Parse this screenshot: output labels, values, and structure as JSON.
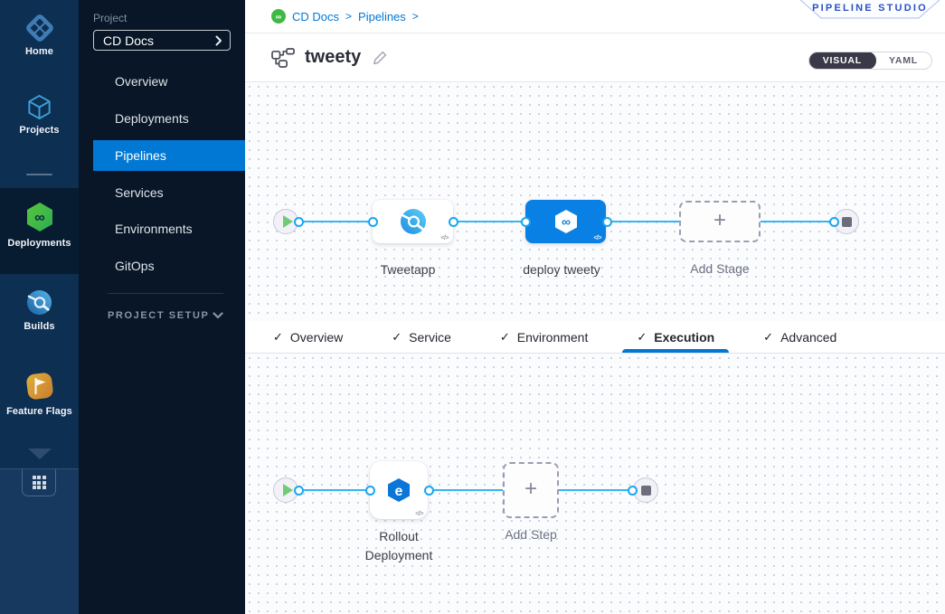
{
  "colors": {
    "accent_blue": "#0278d5",
    "connector_blue": "#35b5f2",
    "selected_stage_blue": "#0981e4",
    "module_green": "#3eba3e",
    "rail_bg": "#0d2f52",
    "sidebar_bg": "#081627",
    "badge_text_blue": "#2b50c5"
  },
  "rail": {
    "items": [
      {
        "label": "Home",
        "icon": "home-modules-icon"
      },
      {
        "label": "Projects",
        "icon": "cube-icon"
      },
      {
        "label": "Deployments",
        "icon": "cd-hexagon-infinity-icon",
        "active": true
      },
      {
        "label": "Builds",
        "icon": "ci-circle-icon"
      },
      {
        "label": "Feature Flags",
        "icon": "flag-icon"
      }
    ],
    "more_icon": "chevron-down-icon",
    "apps_icon": "grid-apps-icon"
  },
  "sidebar": {
    "project_label": "Project",
    "project_name": "CD Docs",
    "items": [
      {
        "label": "Overview"
      },
      {
        "label": "Deployments"
      },
      {
        "label": "Pipelines",
        "active": true
      },
      {
        "label": "Services"
      },
      {
        "label": "Environments"
      },
      {
        "label": "GitOps"
      }
    ],
    "setup_label": "PROJECT SETUP"
  },
  "header": {
    "breadcrumb": {
      "project": "CD Docs",
      "section": "Pipelines",
      "separator": ">"
    },
    "studio_badge": "PIPELINE STUDIO",
    "pipeline_name": "tweety",
    "toggle": {
      "visual": "VISUAL",
      "yaml": "YAML",
      "selected": "VISUAL"
    }
  },
  "stage_canvas": {
    "stages": [
      {
        "name": "Tweetapp",
        "type": "build",
        "selected": false
      },
      {
        "name": "deploy tweety",
        "type": "deploy",
        "selected": true
      }
    ],
    "add_stage_label": "Add Stage",
    "plus_glyph": "+",
    "code_badge": "</>"
  },
  "tabs": {
    "check_glyph": "✓",
    "active": "Execution",
    "items": [
      {
        "label": "Overview",
        "checked": true
      },
      {
        "label": "Service",
        "checked": true
      },
      {
        "label": "Environment",
        "checked": true
      },
      {
        "label": "Execution",
        "checked": true
      },
      {
        "label": "Advanced",
        "checked": true
      }
    ]
  },
  "execution_canvas": {
    "steps": [
      {
        "name": "Rollout Deployment",
        "type": "k8s-rollout"
      }
    ],
    "add_step_label": "Add Step",
    "plus_glyph": "+",
    "code_badge": "</>"
  }
}
